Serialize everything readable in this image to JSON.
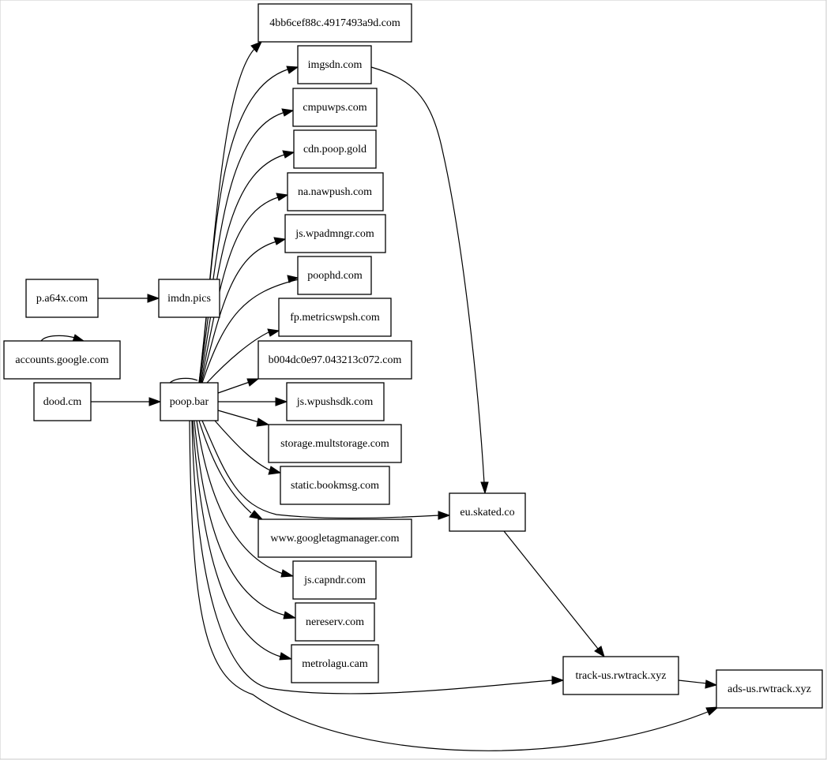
{
  "graph": {
    "nodes": [
      {
        "id": "n4bb6",
        "label": "4bb6cef88c.4917493a9d.com"
      },
      {
        "id": "imgsdn",
        "label": "imgsdn.com"
      },
      {
        "id": "cmpuwps",
        "label": "cmpuwps.com"
      },
      {
        "id": "cdnpoopgold",
        "label": "cdn.poop.gold"
      },
      {
        "id": "nanawpush",
        "label": "na.nawpush.com"
      },
      {
        "id": "jswpadmngr",
        "label": "js.wpadmngr.com"
      },
      {
        "id": "poophd",
        "label": "poophd.com"
      },
      {
        "id": "fpmetricswpsh",
        "label": "fp.metricswpsh.com"
      },
      {
        "id": "b004",
        "label": "b004dc0e97.043213c072.com"
      },
      {
        "id": "jswpushsdk",
        "label": "js.wpushsdk.com"
      },
      {
        "id": "storagemultstorage",
        "label": "storage.multstorage.com"
      },
      {
        "id": "staticbookmsg",
        "label": "static.bookmsg.com"
      },
      {
        "id": "googletagmanager",
        "label": "www.googletagmanager.com"
      },
      {
        "id": "jscapndr",
        "label": "js.capndr.com"
      },
      {
        "id": "nereserv",
        "label": "nereserv.com"
      },
      {
        "id": "metrolagu",
        "label": "metrolagu.cam"
      },
      {
        "id": "pa64x",
        "label": "p.a64x.com"
      },
      {
        "id": "imdnpics",
        "label": "imdn.pics"
      },
      {
        "id": "accountsgoogle",
        "label": "accounts.google.com"
      },
      {
        "id": "doodcm",
        "label": "dood.cm"
      },
      {
        "id": "poopbar",
        "label": "poop.bar"
      },
      {
        "id": "euskated",
        "label": "eu.skated.co"
      },
      {
        "id": "trackus",
        "label": "track-us.rwtrack.xyz"
      },
      {
        "id": "adsus",
        "label": "ads-us.rwtrack.xyz"
      }
    ],
    "edges": [
      {
        "from": "pa64x",
        "to": "imdnpics"
      },
      {
        "from": "accountsgoogle",
        "to": "accountsgoogle"
      },
      {
        "from": "doodcm",
        "to": "poopbar"
      },
      {
        "from": "poopbar",
        "to": "poopbar"
      },
      {
        "from": "poopbar",
        "to": "n4bb6"
      },
      {
        "from": "poopbar",
        "to": "imgsdn"
      },
      {
        "from": "poopbar",
        "to": "cmpuwps"
      },
      {
        "from": "poopbar",
        "to": "cdnpoopgold"
      },
      {
        "from": "poopbar",
        "to": "nanawpush"
      },
      {
        "from": "poopbar",
        "to": "jswpadmngr"
      },
      {
        "from": "poopbar",
        "to": "poophd"
      },
      {
        "from": "poopbar",
        "to": "fpmetricswpsh"
      },
      {
        "from": "poopbar",
        "to": "b004"
      },
      {
        "from": "poopbar",
        "to": "jswpushsdk"
      },
      {
        "from": "poopbar",
        "to": "storagemultstorage"
      },
      {
        "from": "poopbar",
        "to": "staticbookmsg"
      },
      {
        "from": "poopbar",
        "to": "euskated"
      },
      {
        "from": "poopbar",
        "to": "googletagmanager"
      },
      {
        "from": "poopbar",
        "to": "jscapndr"
      },
      {
        "from": "poopbar",
        "to": "nereserv"
      },
      {
        "from": "poopbar",
        "to": "metrolagu"
      },
      {
        "from": "poopbar",
        "to": "trackus"
      },
      {
        "from": "poopbar",
        "to": "adsus"
      },
      {
        "from": "imgsdn",
        "to": "euskated"
      },
      {
        "from": "euskated",
        "to": "trackus"
      },
      {
        "from": "trackus",
        "to": "adsus"
      }
    ]
  }
}
